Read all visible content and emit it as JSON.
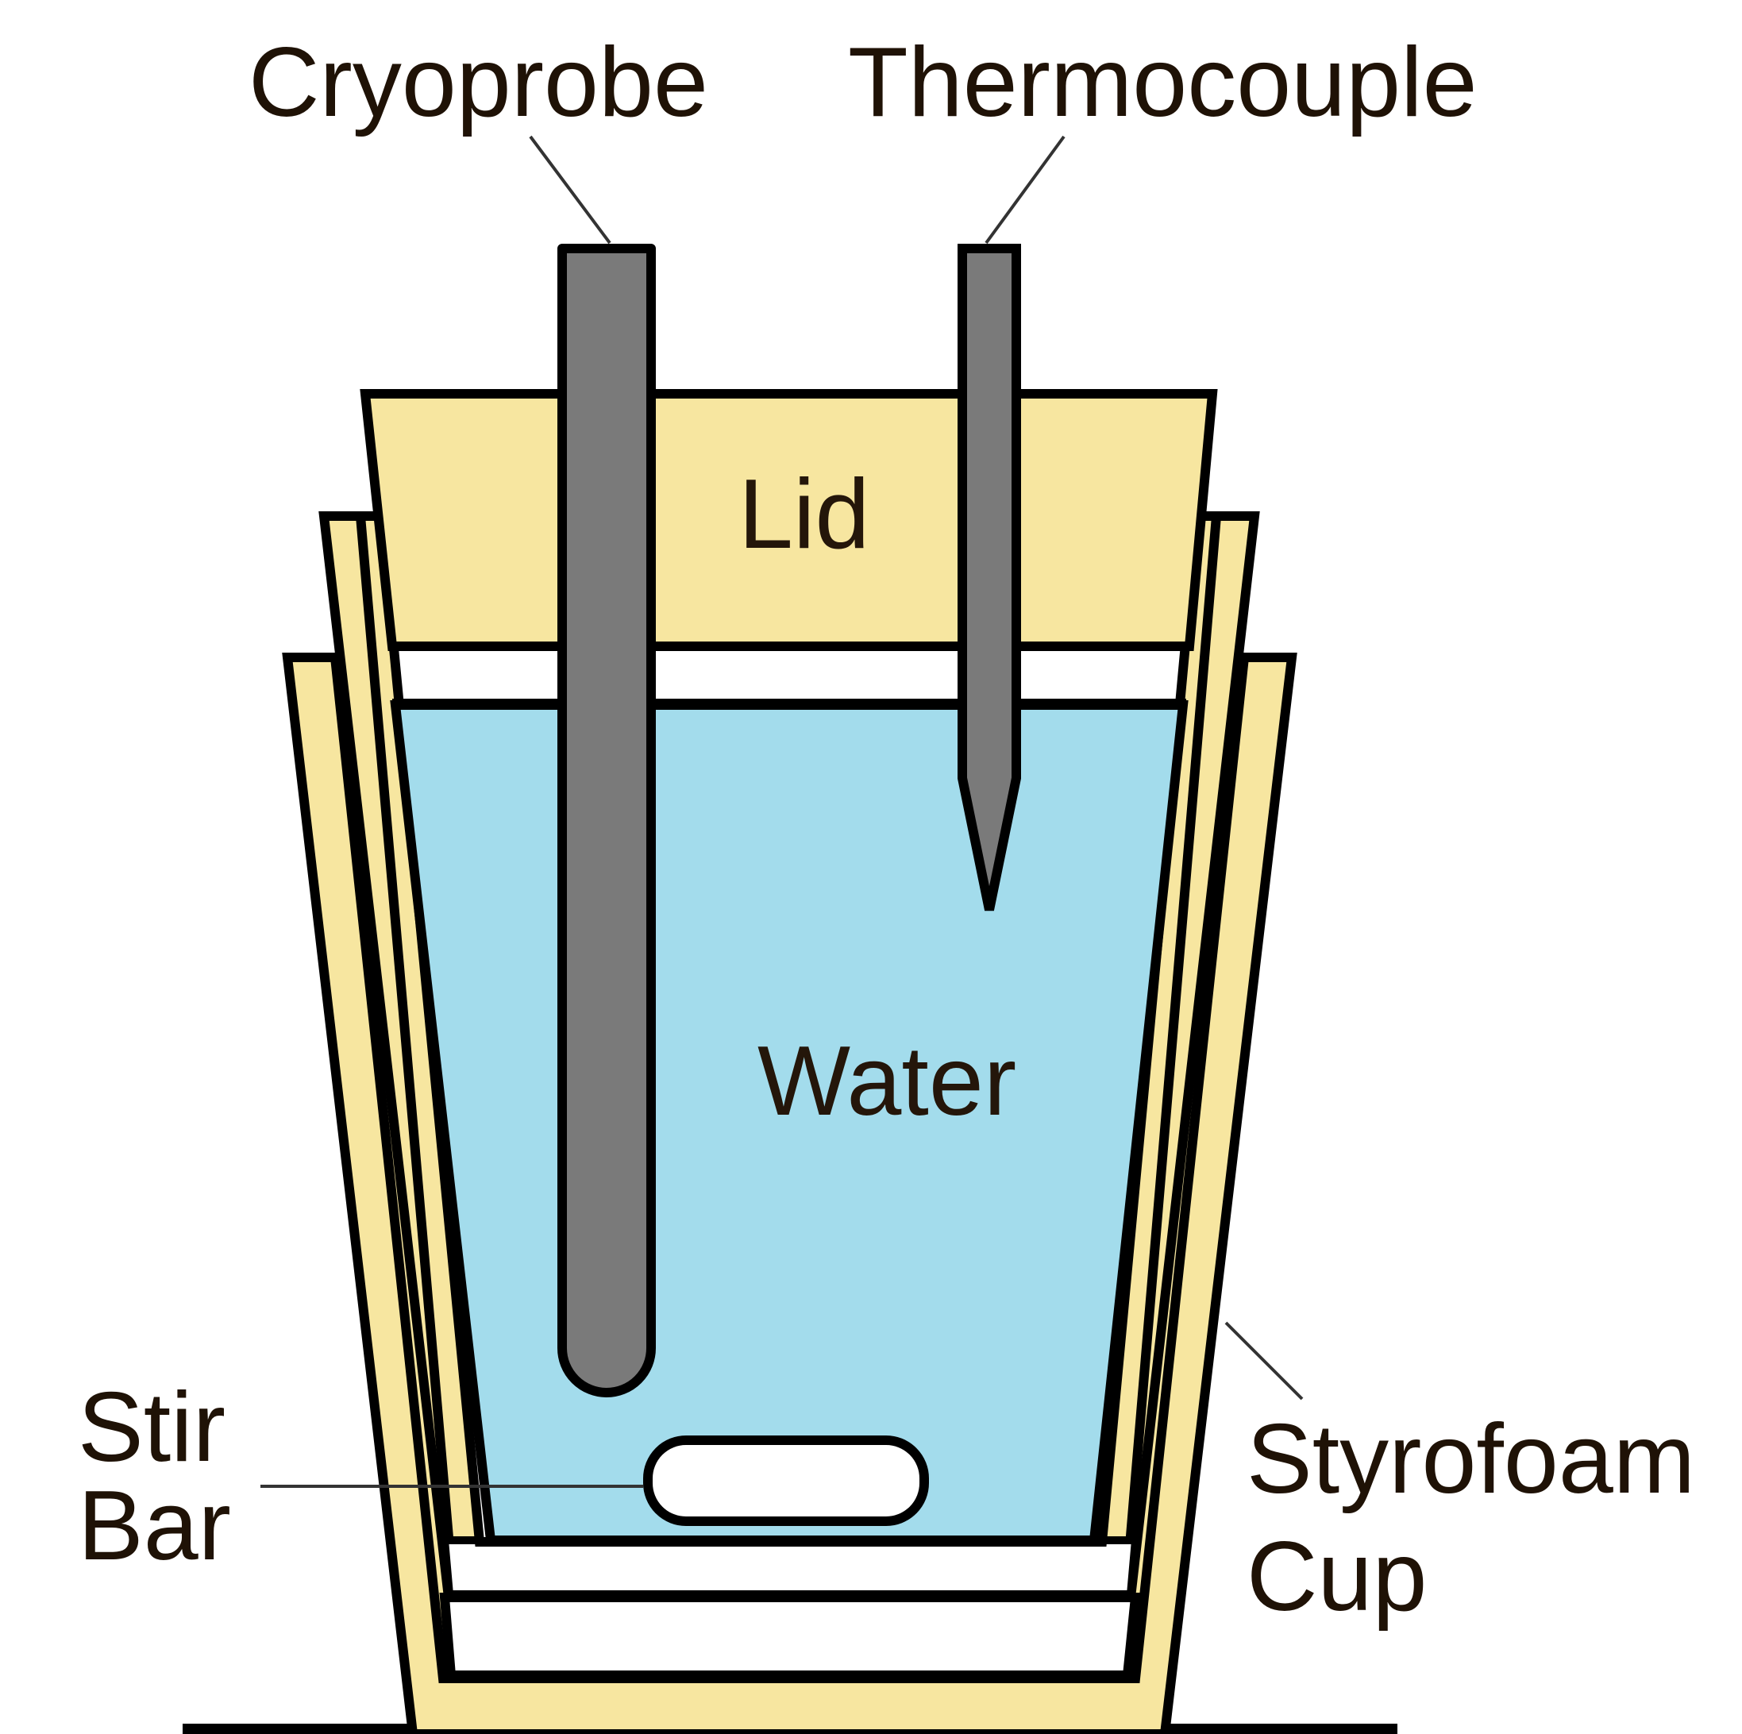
{
  "labels": {
    "cryoprobe": "Cryoprobe",
    "thermocouple": "Thermocouple",
    "lid": "Lid",
    "water": "Water",
    "stir_bar_line1": "Stir",
    "stir_bar_line2": "Bar",
    "styrofoam_line1": "Styrofoam",
    "styrofoam_line2": "Cup"
  },
  "colors": {
    "styrofoam": "#f7e6a0",
    "water": "#a3dcec",
    "probe": "#7a7a7a",
    "outline": "#000000",
    "text": "#1f1206"
  }
}
